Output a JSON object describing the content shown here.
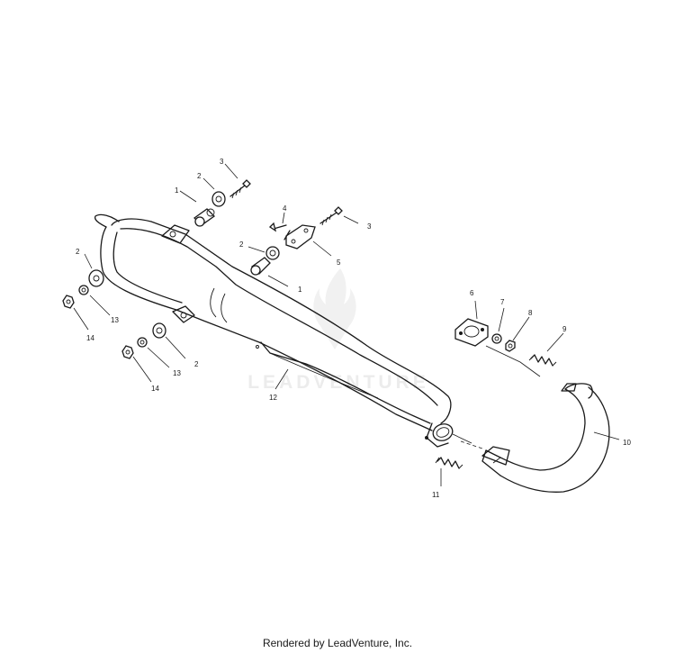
{
  "watermark": {
    "text": "LEADVENTURE"
  },
  "footer": {
    "credit": "Rendered by LeadVenture, Inc."
  },
  "callouts": [
    "1",
    "2",
    "3",
    "4",
    "2",
    "1",
    "3",
    "5",
    "2",
    "13",
    "14",
    "2",
    "13",
    "14",
    "12",
    "6",
    "7",
    "8",
    "9",
    "10",
    "11"
  ]
}
